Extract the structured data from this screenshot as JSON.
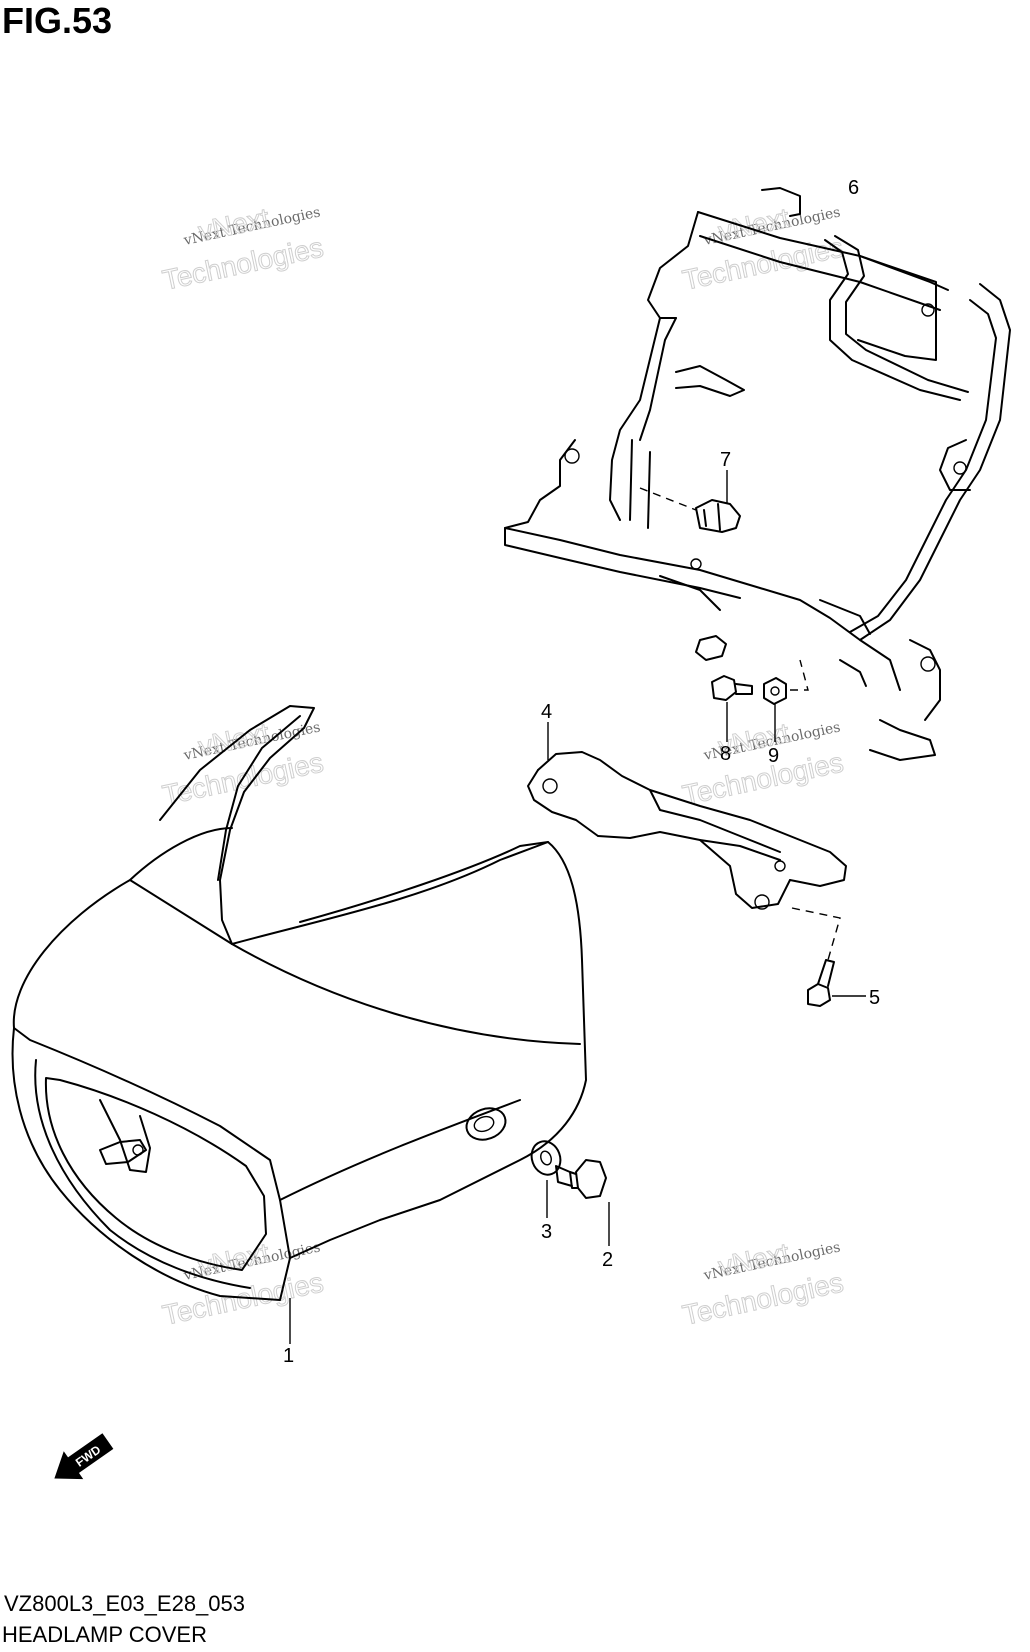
{
  "figure": {
    "title": "FIG.53",
    "code": "VZ800L3_E03_E28_053",
    "caption": "HEADLAMP COVER"
  },
  "callouts": [
    "1",
    "2",
    "3",
    "4",
    "5",
    "6",
    "7",
    "8",
    "9"
  ],
  "watermark": {
    "line_small": "vNext Technologies",
    "line_big_1": "vNext",
    "line_big_2": "Technologies"
  },
  "fwd_label": "FWD",
  "icons": {
    "fwd_arrow": "fwd-arrow-icon"
  },
  "colors": {
    "line": "#000000",
    "background": "#ffffff",
    "watermark": "#cfcfcf"
  }
}
